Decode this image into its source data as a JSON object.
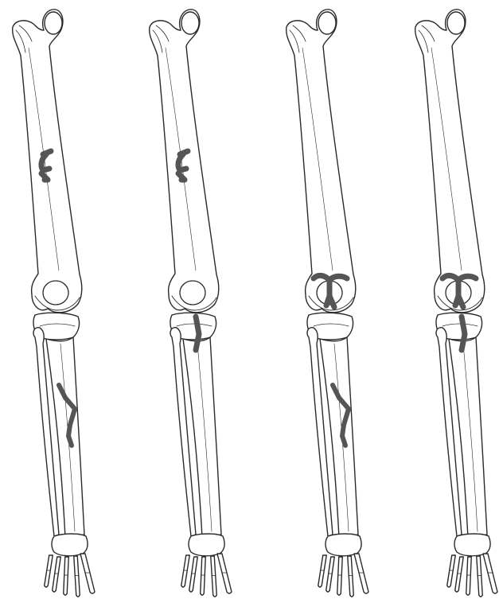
{
  "figure": {
    "panel_count": 4,
    "colors": {
      "background": "#ffffff",
      "bone_outline": "#2a2a2a",
      "bone_fill": "#ffffff",
      "fracture": "#555555"
    },
    "panels": [
      {
        "id": 1,
        "fractures": [
          "femur-shaft",
          "tibia-shaft"
        ]
      },
      {
        "id": 2,
        "fractures": [
          "femur-shaft",
          "proximal-tibia"
        ]
      },
      {
        "id": 3,
        "fractures": [
          "distal-femur",
          "tibia-shaft"
        ]
      },
      {
        "id": 4,
        "fractures": [
          "distal-femur",
          "proximal-tibia"
        ]
      }
    ]
  }
}
